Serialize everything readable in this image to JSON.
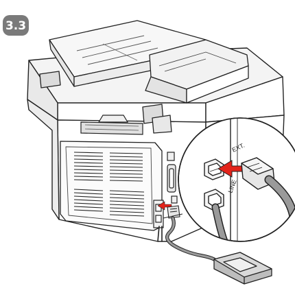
{
  "step": {
    "number": "3.3"
  },
  "inset": {
    "ext_label": "EXT.",
    "line_label": "LINE"
  },
  "icons": [
    "arrow-right-icon",
    "phone-cord-icon"
  ],
  "colors": {
    "badge": "#7a7a7a",
    "arrow": "#e2231a",
    "cable": "#9a9a9a",
    "outline": "#222222",
    "shade": "#e6e6e6"
  }
}
